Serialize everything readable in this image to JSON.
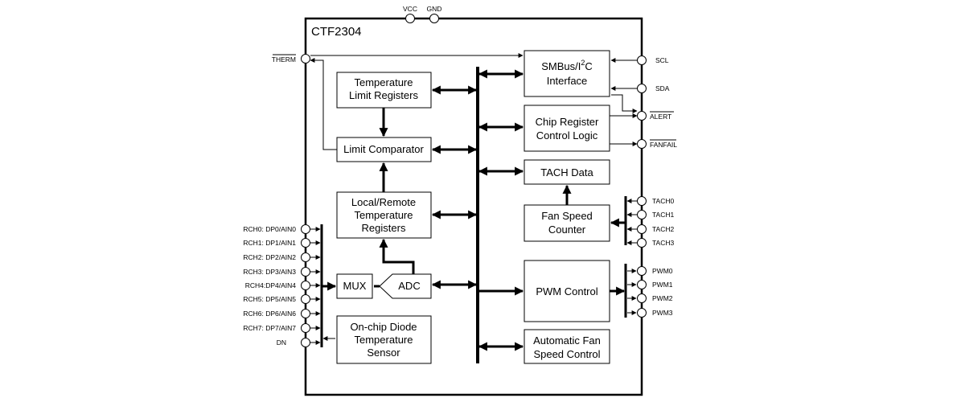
{
  "chip": {
    "name": "CTF2304"
  },
  "power_pins": {
    "vcc": "VCC",
    "gnd": "GND"
  },
  "left_pins": {
    "therm": "THERM",
    "channels": [
      "RCH0: DP0/AIN0",
      "RCH1: DP1/AIN1",
      "RCH2: DP2/AIN2",
      "RCH3: DP3/AIN3",
      "RCH4:DP4/AIN4",
      "RCH5: DP5/AIN5",
      "RCH6: DP6/AIN6",
      "RCH7: DP7/AIN7"
    ],
    "dn": "DN"
  },
  "right_pins": {
    "scl": "SCL",
    "sda": "SDA",
    "alert": "ALERT",
    "fanfail": "FANFAIL",
    "tach": [
      "TACH0",
      "TACH1",
      "TACH2",
      "TACH3"
    ],
    "pwm": [
      "PWM0",
      "PWM1",
      "PWM2",
      "PWM3"
    ]
  },
  "blocks": {
    "temp_limit": [
      "Temperature",
      "Limit Registers"
    ],
    "limit_comparator": "Limit Comparator",
    "local_remote": [
      "Local/Remote",
      "Temperature",
      "Registers"
    ],
    "mux": "MUX",
    "adc": "ADC",
    "onchip_diode": [
      "On-chip Diode",
      "Temperature",
      "Sensor"
    ],
    "smbus_main": "SMBus/I",
    "smbus_sup": "2",
    "smbus_tail": "C",
    "smbus_line2": "Interface",
    "chip_register": [
      "Chip Register",
      "Control Logic"
    ],
    "tach_data": "TACH Data",
    "fan_speed_counter": [
      "Fan Speed",
      "Counter"
    ],
    "pwm_control": "PWM Control",
    "auto_fan": [
      "Automatic Fan",
      "Speed Control"
    ]
  }
}
